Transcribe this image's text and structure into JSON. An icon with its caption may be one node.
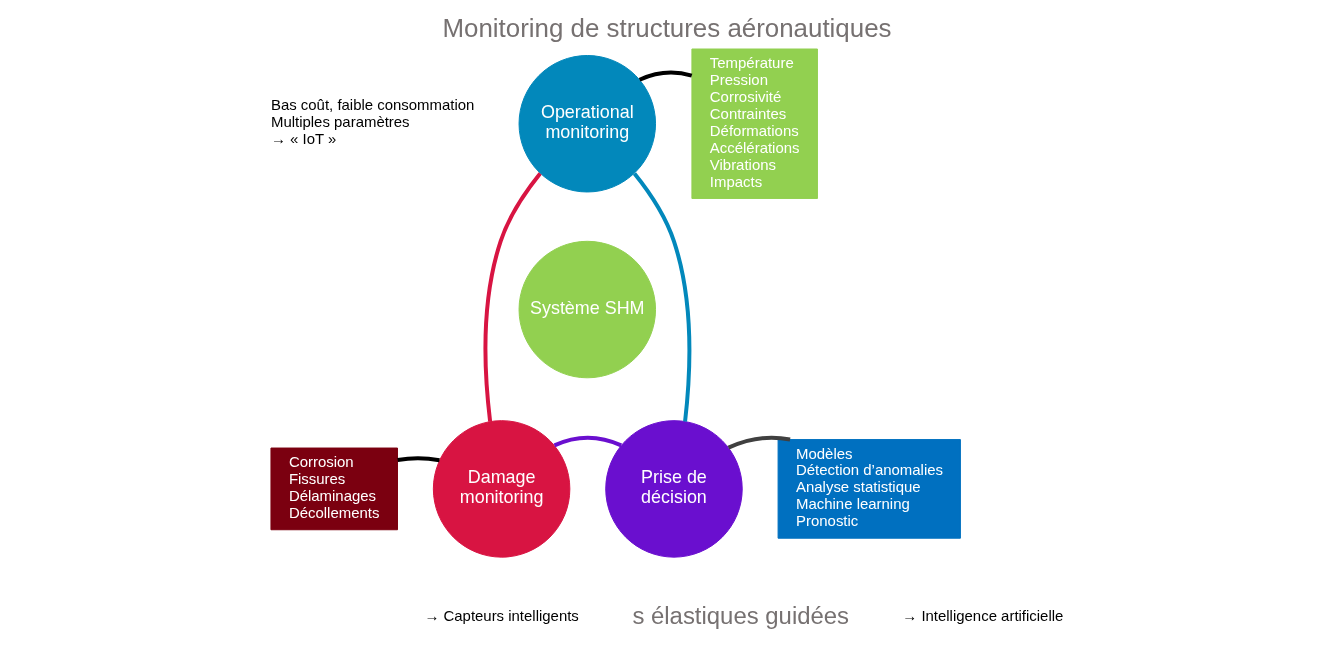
{
  "diagram": {
    "title": "Monitoring de structures aéronautiques",
    "nodes": [
      {
        "text": [
          "Operational monitoring"
        ],
        "beside": [
          "Bas coût, faible consommation",
          "Multiples paramètres",
          "→ « IoT »"
        ]
      },
      {
        "text": [
          "Système SHM"
        ]
      },
      {
        "text": [
          "Damage monitoring"
        ],
        "beside": [
          "→ Capteurs intelligents"
        ]
      },
      {
        "text": [
          "Prise de décision"
        ]
      },
      {
        "text": [
          "Température",
          "Pression",
          "Corrosivité",
          "Contraintes",
          "Déformations",
          "Accélérations",
          "Vibrations",
          "Impacts"
        ]
      },
      {
        "text": [
          "Corrosion",
          "Fissures",
          "Délaminages",
          "Décollements"
        ]
      },
      {
        "text": [
          "Modèles",
          "Détection d’anomalies",
          "Analyse statistique",
          "Machine learning",
          "Pronostic"
        ]
      }
    ],
    "edges": [
      {
        "from": 0,
        "to": 4,
        "arrow": "none",
        "color": "#000000"
      },
      {
        "from": 2,
        "to": 5,
        "arrow": "none",
        "color": "#000000"
      },
      {
        "from": 3,
        "to": 6,
        "arrow": "none",
        "color": "#404040"
      },
      {
        "from": 0,
        "to": 3,
        "arrow": "none",
        "color": "#0288bb"
      },
      {
        "from": 3,
        "to": 2,
        "arrow": "none",
        "color": "#6a0fcf"
      },
      {
        "from": 2,
        "to": 0,
        "arrow": "none",
        "color": "#d81442"
      }
    ],
    "labels": [
      "→ Intelligence artificielle",
      "s élastiques guidées"
    ]
  }
}
